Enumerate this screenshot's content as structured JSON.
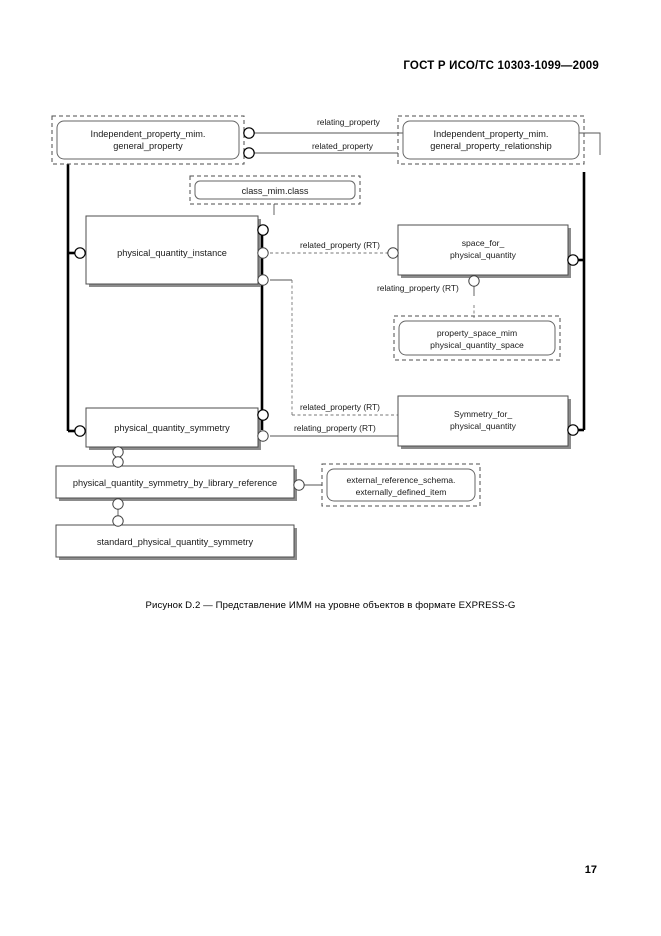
{
  "document": {
    "header": "ГОСТ Р ИСО/ТС 10303-1099—2009",
    "page_number": "17",
    "caption": "Рисунок D.2 — Представление ИММ на уровне объектов в формате EXPRESS-G"
  },
  "diagram": {
    "type": "express-g",
    "nodes": [
      {
        "id": "independent-property-mim-general-property",
        "style": "schema-ref",
        "lines": [
          "Independent_property_mim.",
          "general_property"
        ]
      },
      {
        "id": "independent-property-mim-general-property-relationship",
        "style": "schema-ref",
        "lines": [
          "Independent_property_mim.",
          "general_property_relationship"
        ]
      },
      {
        "id": "class-mim-class",
        "style": "schema-ref",
        "lines": [
          "class_mim.class"
        ]
      },
      {
        "id": "physical-quantity-instance",
        "style": "entity",
        "lines": [
          "physical_quantity_instance"
        ]
      },
      {
        "id": "space-for-physical-quantity",
        "style": "entity",
        "lines": [
          "space_for_",
          "physical_quantity"
        ]
      },
      {
        "id": "property-space-mim-physical-quantity-space",
        "style": "schema-ref",
        "lines": [
          "property_space_mim",
          "physical_quantity_space"
        ]
      },
      {
        "id": "physical-quantity-symmetry",
        "style": "entity",
        "lines": [
          "physical_quantity_symmetry"
        ]
      },
      {
        "id": "symmetry-for-physical-quantity",
        "style": "entity",
        "lines": [
          "Symmetry_for_",
          "physical_quantity"
        ]
      },
      {
        "id": "physical-quantity-symmetry-by-library-reference",
        "style": "entity",
        "lines": [
          "physical_quantity_symmetry_by_library_reference"
        ]
      },
      {
        "id": "external-reference-schema-externally-defined-item",
        "style": "schema-ref",
        "lines": [
          "external_reference_schema.",
          "externally_defined_item"
        ]
      },
      {
        "id": "standard-physical-quantity-symmetry",
        "style": "entity",
        "lines": [
          "standard_physical_quantity_symmetry"
        ]
      }
    ],
    "edge_labels": [
      {
        "id": "relating-property",
        "text": "relating_property"
      },
      {
        "id": "related-property",
        "text": "related_property"
      },
      {
        "id": "related-property-rt-top",
        "text": "related_property (RT)"
      },
      {
        "id": "relating-property-rt-mid",
        "text": "relating_property (RT)"
      },
      {
        "id": "related-property-rt-bottom",
        "text": "related_property (RT)"
      },
      {
        "id": "relating-property-rt-bottom",
        "text": "relating_property (RT)"
      }
    ]
  }
}
